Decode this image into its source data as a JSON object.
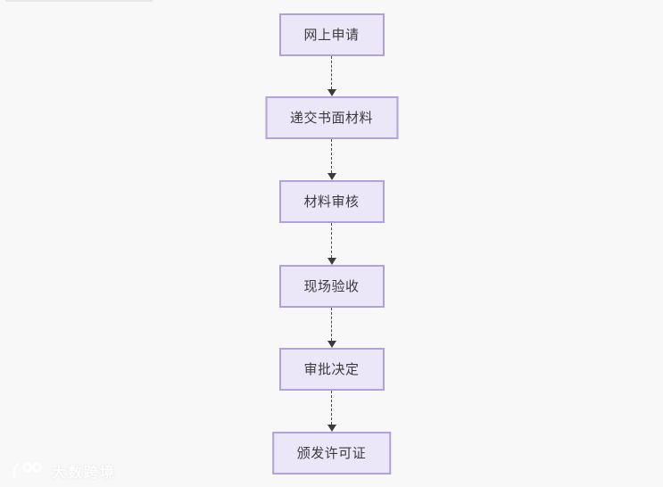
{
  "background_color": "#f8f8f8",
  "flow": {
    "type": "flowchart",
    "direction": "top-to-bottom",
    "nodes": [
      {
        "label": "网上申请"
      },
      {
        "label": "递交书面材料"
      },
      {
        "label": "材料审核"
      },
      {
        "label": "现场验收"
      },
      {
        "label": "审批决定"
      },
      {
        "label": "颁发许可证"
      }
    ],
    "edges": [
      {
        "from": 0,
        "to": 1
      },
      {
        "from": 1,
        "to": 2
      },
      {
        "from": 2,
        "to": 3
      },
      {
        "from": 3,
        "to": 4
      },
      {
        "from": 4,
        "to": 5
      }
    ],
    "node_style": {
      "fill": "#ece7f8",
      "border": "#b2a0d8",
      "text_color": "#3b3b3b"
    },
    "connector_style": {
      "line": "dashed",
      "color": "#4a4a4a",
      "arrowhead": "filled-triangle-down"
    }
  },
  "watermark": {
    "logo": "brand-logo-icon",
    "text": "大数跨境",
    "color": "#ffffff"
  }
}
